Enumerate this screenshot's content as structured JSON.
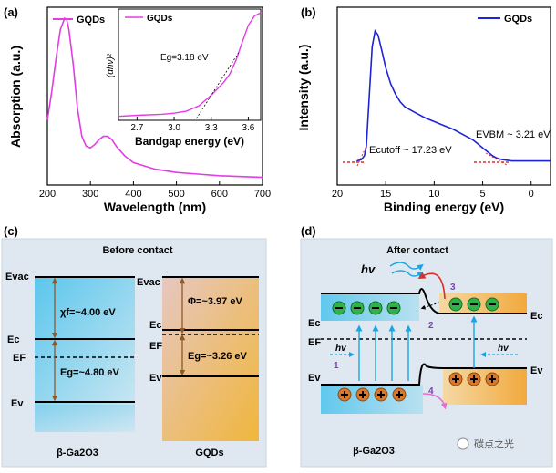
{
  "panels": {
    "a": {
      "tag": "(a)",
      "xlabel": "Wavelength (nm)",
      "ylabel": "Absorption (a.u.)",
      "legend": "GQDs",
      "xticks": [
        "200",
        "300",
        "400",
        "500",
        "600",
        "700"
      ],
      "inset": {
        "legend": "GQDs",
        "xlabel": "Bandgap energy (eV)",
        "ylabel": "(αhν)²",
        "xticks": [
          "2.7",
          "3.0",
          "3.3",
          "3.6"
        ],
        "annotation": "Eg=3.18 eV"
      }
    },
    "b": {
      "tag": "(b)",
      "xlabel": "Binding energy (eV)",
      "ylabel": "Intensity (a.u.)",
      "legend": "GQDs",
      "xticks": [
        "20",
        "15",
        "10",
        "5",
        "0"
      ],
      "annotation_cutoff": "Ecutoff ~ 17.23 eV",
      "annotation_vbm": "EVBM ~ 3.21 eV"
    },
    "c": {
      "tag": "(c)",
      "title": "Before contact",
      "left_material": "β-Ga2O3",
      "right_material": "GQDs",
      "levels": {
        "evac": "Evac",
        "ec": "Ec",
        "ef": "EF",
        "ev": "Ev"
      },
      "chi": "χf=~4.00 eV",
      "eg_left": "Eg=~4.80 eV",
      "phi": "Φ=~3.97 eV",
      "eg_right": "Eg=~3.26 eV"
    },
    "d": {
      "tag": "(d)",
      "title": "After contact",
      "hv_top": "hv",
      "hv_left": "hv",
      "hv_right": "hv",
      "left_material": "β-Ga2O3",
      "levels": {
        "ec_left": "Ec",
        "ef_left": "EF",
        "ev_left": "Ev",
        "ec_right": "Ec",
        "ev_right": "Ev"
      },
      "steps": [
        "1",
        "2",
        "3",
        "4"
      ]
    }
  },
  "watermark": "碳点之光",
  "chart_data": [
    {
      "type": "line",
      "title": "",
      "xlabel": "Wavelength (nm)",
      "ylabel": "Absorption (a.u.)",
      "xlim": [
        200,
        700
      ],
      "series": [
        {
          "name": "GQDs",
          "x": [
            200,
            210,
            220,
            230,
            240,
            245,
            250,
            260,
            270,
            280,
            290,
            300,
            310,
            320,
            330,
            340,
            350,
            360,
            380,
            400,
            450,
            500,
            550,
            600,
            650,
            700
          ],
          "y": [
            0.38,
            0.55,
            0.75,
            0.93,
            1.0,
            0.99,
            0.93,
            0.72,
            0.45,
            0.28,
            0.22,
            0.21,
            0.23,
            0.26,
            0.28,
            0.28,
            0.26,
            0.22,
            0.16,
            0.12,
            0.08,
            0.06,
            0.05,
            0.04,
            0.035,
            0.03
          ]
        }
      ]
    },
    {
      "type": "line",
      "title": "",
      "xlabel": "Bandgap energy (eV)",
      "ylabel": "(αhν)²",
      "xlim": [
        2.55,
        3.7
      ],
      "series": [
        {
          "name": "GQDs",
          "x": [
            2.55,
            2.7,
            2.9,
            3.0,
            3.1,
            3.2,
            3.3,
            3.4,
            3.45,
            3.5,
            3.55,
            3.6,
            3.65,
            3.7
          ],
          "y": [
            0.02,
            0.03,
            0.04,
            0.05,
            0.07,
            0.12,
            0.22,
            0.34,
            0.42,
            0.55,
            0.72,
            0.88,
            0.97,
            1.0
          ]
        }
      ]
    },
    {
      "type": "line",
      "title": "",
      "xlabel": "Binding energy (eV)",
      "ylabel": "Intensity (a.u.)",
      "xlim": [
        20,
        -2
      ],
      "series": [
        {
          "name": "GQDs",
          "x": [
            18,
            17.5,
            17.2,
            17.0,
            16.7,
            16.4,
            16.1,
            15.8,
            15.4,
            15,
            14.5,
            14,
            13.5,
            13,
            12,
            11,
            10,
            9,
            8,
            7,
            6,
            5.5,
            5,
            4.5,
            4,
            3.5,
            3,
            2.5,
            2,
            1,
            0,
            -2
          ],
          "y": [
            0.01,
            0.02,
            0.05,
            0.12,
            0.5,
            0.88,
            1.0,
            0.97,
            0.85,
            0.72,
            0.6,
            0.52,
            0.46,
            0.42,
            0.38,
            0.34,
            0.31,
            0.28,
            0.25,
            0.21,
            0.17,
            0.14,
            0.11,
            0.08,
            0.05,
            0.03,
            0.02,
            0.015,
            0.01,
            0.01,
            0.01,
            0.01
          ]
        }
      ]
    }
  ]
}
